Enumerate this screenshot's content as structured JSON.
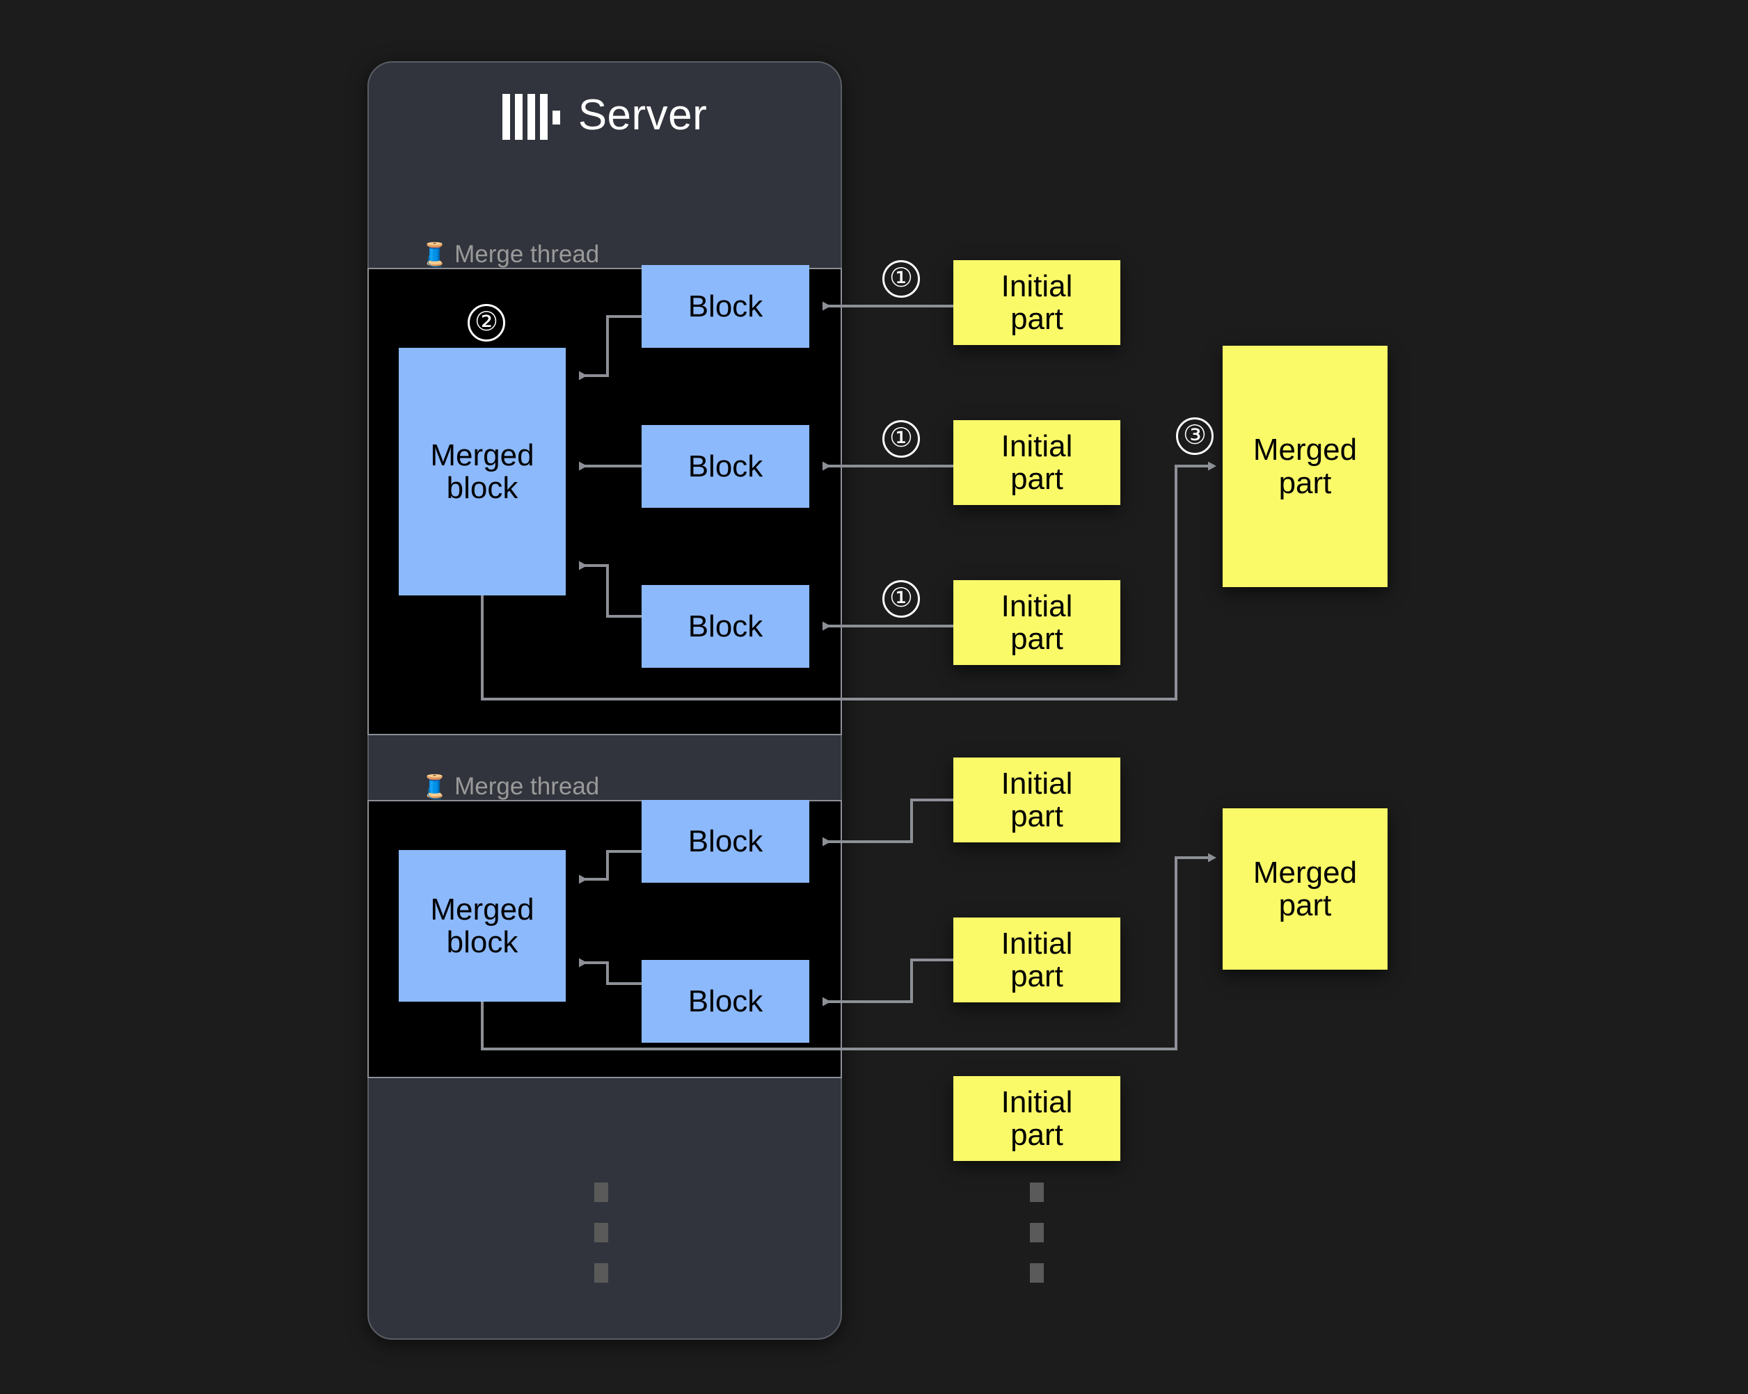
{
  "page": {
    "background": "#1c1c1c"
  },
  "server": {
    "title": "Server",
    "logo_icon": "clickhouse-logo-icon",
    "panel_color": "#31343c"
  },
  "colors": {
    "block": "#8cb9fc",
    "part": "#fafa69",
    "connector": "#8d9096",
    "legend_text": "#9a9a9a",
    "step_marker": "#ffffff"
  },
  "merge_threads": [
    {
      "legend": "Merge thread",
      "legend_icon": "thread-spool-icon",
      "merged_block_label": "Merged\nblock",
      "blocks": [
        {
          "label": "Block"
        },
        {
          "label": "Block"
        },
        {
          "label": "Block"
        }
      ]
    },
    {
      "legend": "Merge thread",
      "legend_icon": "thread-spool-icon",
      "merged_block_label": "Merged\nblock",
      "blocks": [
        {
          "label": "Block"
        },
        {
          "label": "Block"
        }
      ]
    }
  ],
  "parts": {
    "group_1": [
      {
        "label": "Initial\npart"
      },
      {
        "label": "Initial\npart"
      },
      {
        "label": "Initial\npart"
      }
    ],
    "group_2": [
      {
        "label": "Initial\npart"
      },
      {
        "label": "Initial\npart"
      },
      {
        "label": "Initial\npart"
      }
    ],
    "merged_1": {
      "label": "Merged\npart"
    },
    "merged_2": {
      "label": "Merged\npart"
    }
  },
  "steps": [
    {
      "marker": "①",
      "name": "read-initial-part"
    },
    {
      "marker": "①",
      "name": "read-initial-part"
    },
    {
      "marker": "①",
      "name": "read-initial-part"
    },
    {
      "marker": "②",
      "name": "merge-blocks"
    },
    {
      "marker": "③",
      "name": "write-merged-part"
    }
  ],
  "ellipsis": {
    "glyph": "vertical-ellipsis",
    "count": 3
  }
}
